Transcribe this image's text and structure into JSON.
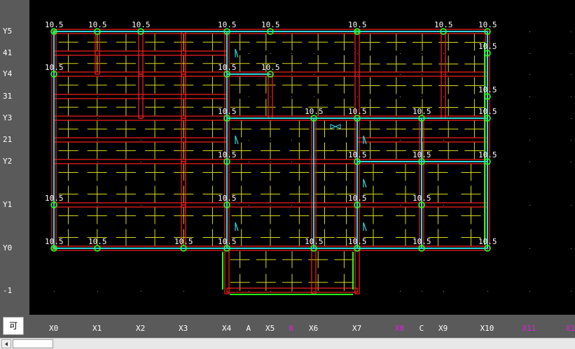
{
  "y_axis_labels": [
    {
      "text": "Y5",
      "row": 0
    },
    {
      "text": "41",
      "row": 1
    },
    {
      "text": "Y4",
      "row": 2
    },
    {
      "text": "31",
      "row": 3
    },
    {
      "text": "Y3",
      "row": 4
    },
    {
      "text": "21",
      "row": 5
    },
    {
      "text": "Y2",
      "row": 6
    },
    {
      "text": "Y1",
      "row": 7
    },
    {
      "text": "Y0",
      "row": 8
    },
    {
      "text": "-1",
      "row": 9
    }
  ],
  "x_axis_labels": [
    {
      "text": "X0",
      "color": "white"
    },
    {
      "text": "X1",
      "color": "white"
    },
    {
      "text": "X2",
      "color": "white"
    },
    {
      "text": "X3",
      "color": "white"
    },
    {
      "text": "X4",
      "color": "white"
    },
    {
      "text": "A",
      "color": "white"
    },
    {
      "text": "X5",
      "color": "white"
    },
    {
      "text": "B",
      "color": "magenta"
    },
    {
      "text": "X6",
      "color": "white"
    },
    {
      "text": "X7",
      "color": "white"
    },
    {
      "text": "X8",
      "color": "magenta"
    },
    {
      "text": "C",
      "color": "white"
    },
    {
      "text": "X9",
      "color": "white"
    },
    {
      "text": "X10",
      "color": "white"
    },
    {
      "text": "X11",
      "color": "magenta"
    },
    {
      "text": "X1",
      "color": "magenta"
    }
  ],
  "corner_tab": {
    "label": "可"
  },
  "node_value": "10.5",
  "colors": {
    "background": "#000000",
    "ruler": "#5a5a5a",
    "beam": "#ff2020",
    "wall": "#30d8e0",
    "column_node": "#20ff20",
    "rebar": "#d8d820",
    "magenta_axis": "#e020e0"
  }
}
